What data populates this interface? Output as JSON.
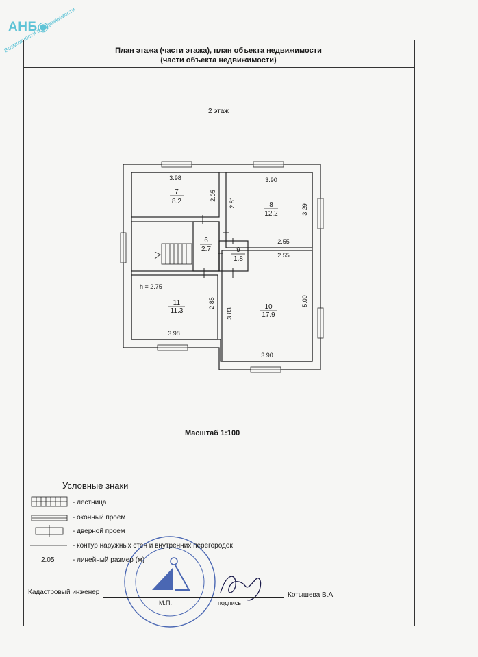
{
  "watermark": {
    "brand": "АНБ",
    "tagline": "Возможности в недвижимости"
  },
  "header": {
    "title_line1": "План этажа (части этажа), план объекта недвижимости",
    "title_line2": "(части объекта недвижимости)"
  },
  "floor": {
    "label": "2 этаж"
  },
  "plan": {
    "rooms": [
      {
        "id": "7",
        "area": "8.2"
      },
      {
        "id": "8",
        "area": "12.2"
      },
      {
        "id": "6",
        "area": "2.7"
      },
      {
        "id": "9",
        "area": "1.8"
      },
      {
        "id": "11",
        "area": "11.3"
      },
      {
        "id": "10",
        "area": "17.9"
      }
    ],
    "dimensions": {
      "r7_top": "3.98",
      "r7_right": "2.05",
      "r8_top": "3.90",
      "r8_left": "2.81",
      "r8_right": "3.29",
      "r8_bottom": "2.55",
      "r10_top": "2.55",
      "r10_left": "3.83",
      "r10_right": "5.00",
      "r10_bottom": "3.90",
      "r11_bottom": "3.98",
      "r11_right": "2.85"
    },
    "height_note": "h = 2.75"
  },
  "scale": {
    "label": "Масштаб 1:100"
  },
  "legend": {
    "title": "Условные знаки",
    "items": [
      {
        "symbol": "stairs",
        "label": "- лестница"
      },
      {
        "symbol": "window",
        "label": "- оконный проем"
      },
      {
        "symbol": "door",
        "label": "- дверной проем"
      },
      {
        "symbol": "wall-line",
        "label": "- контур наружных стен и внутренних перегородок"
      },
      {
        "symbol": "dimension",
        "sample": "2.05",
        "label": "- линейный размер (м)"
      }
    ]
  },
  "signature": {
    "role": "Кадастровый инженер",
    "stamp_label": "М.П.",
    "sign_label": "подпись",
    "name": "Котышева В.А."
  },
  "colors": {
    "line": "#222222",
    "stamp": "#2d4fa8",
    "watermark": "#5ec3d6"
  }
}
